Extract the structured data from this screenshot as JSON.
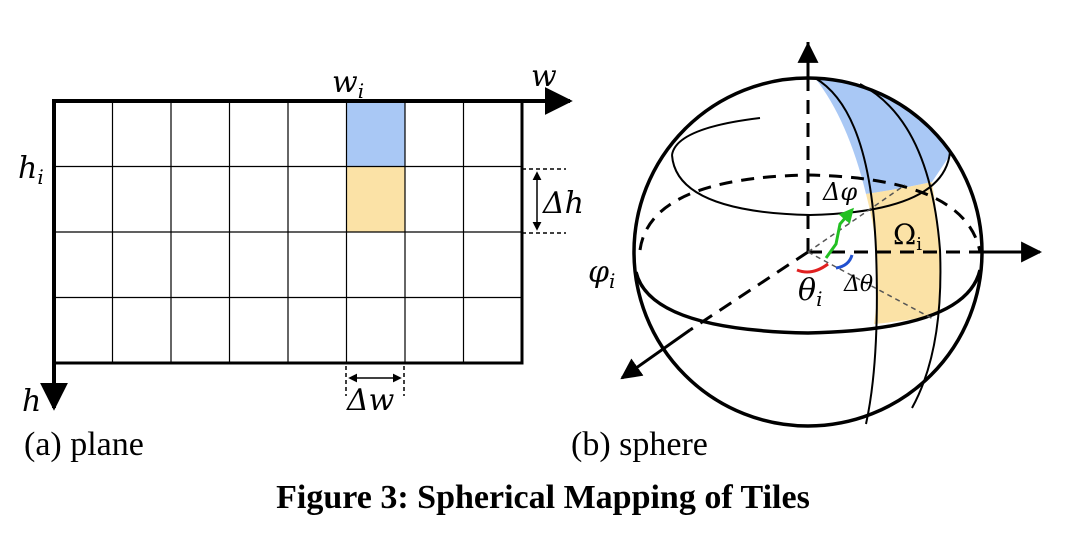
{
  "plane": {
    "columns": 8,
    "rows": 4,
    "highlight_column": 6,
    "highlight_upper_row": 1,
    "highlight_lower_row": 2,
    "labels": {
      "w_axis": "w",
      "h_axis": "h",
      "w_i": "w",
      "w_i_sub": "i",
      "h_i": "h",
      "h_i_sub": "i",
      "delta_h": "Δh",
      "delta_w": "Δw"
    },
    "caption": "(a) plane"
  },
  "sphere": {
    "labels": {
      "phi_i": "φ",
      "phi_i_sub": "i",
      "theta_i": "θ",
      "theta_i_sub": "i",
      "delta_theta": "Δθ",
      "delta_phi": "Δφ",
      "omega_i": "Ω",
      "omega_i_sub": "i"
    },
    "caption": "(b) sphere"
  },
  "colors": {
    "blue_tile": "#a9c8f5",
    "orange_tile": "#fbe2a6",
    "theta_arc": "#e02020",
    "delta_theta_arc": "#2050d0",
    "delta_phi_arrow": "#22c022"
  },
  "figure_caption": "Figure 3: Spherical Mapping of Tiles"
}
